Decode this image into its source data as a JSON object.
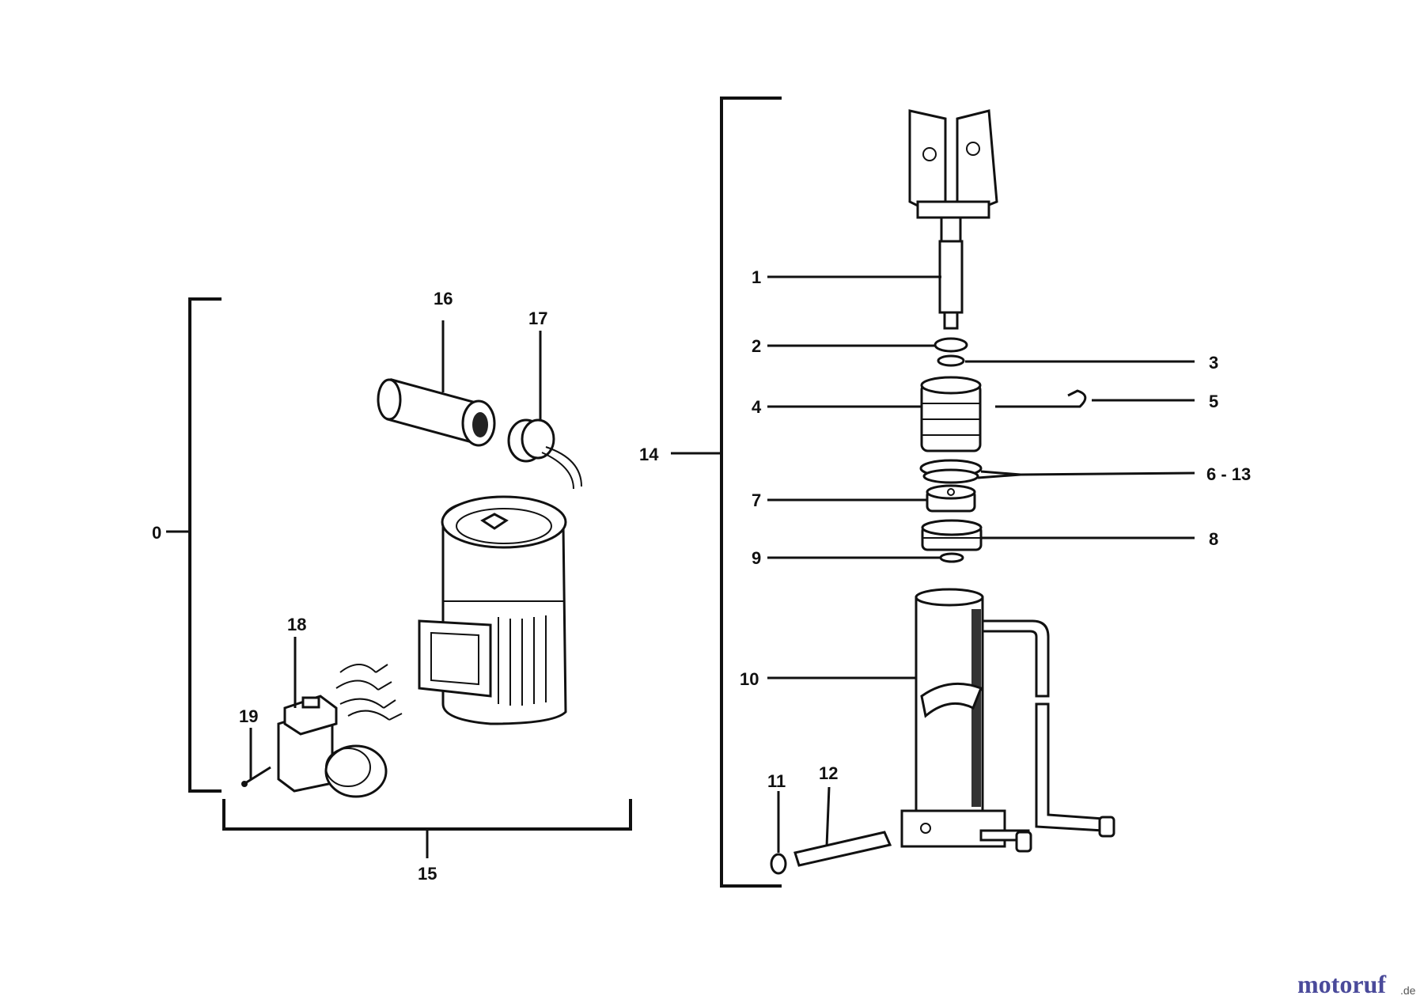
{
  "labels": {
    "l1": "1",
    "l2": "2",
    "l3": "3",
    "l4": "4",
    "l5": "5",
    "l6_13": "6 - 13",
    "l7": "7",
    "l8": "8",
    "l9": "9",
    "l10": "10",
    "l11": "11",
    "l12": "12",
    "l14": "14",
    "l15": "15",
    "l16": "16",
    "l17": "17",
    "l18": "18",
    "l19": "19",
    "l20": "0"
  },
  "watermark": {
    "text": "motoruf",
    "suffix": ".de"
  },
  "colors": {
    "line": "#111111",
    "background": "#ffffff"
  }
}
